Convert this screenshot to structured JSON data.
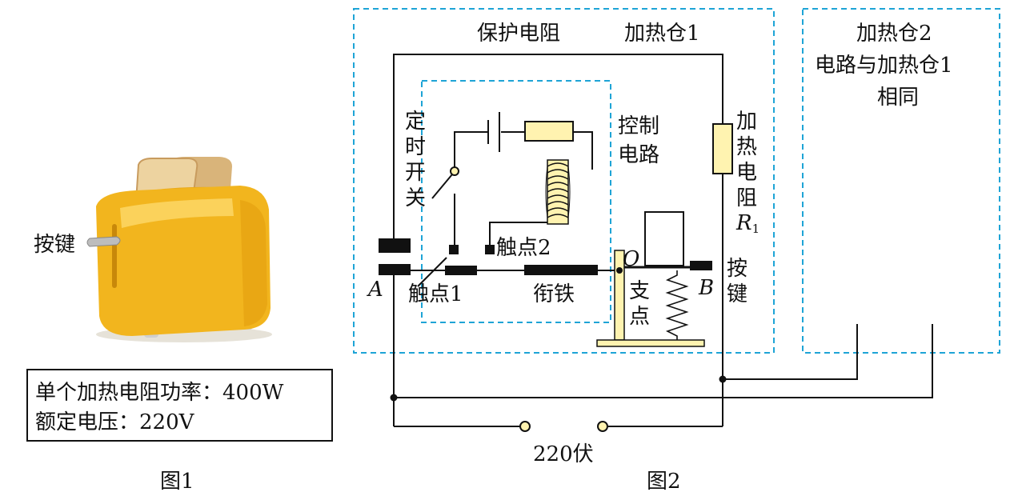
{
  "figure1": {
    "button_label": "按键",
    "spec_power": "单个加热电阻功率：400W",
    "spec_voltage": "额定电压：220V",
    "caption": "图1"
  },
  "figure2": {
    "label_protection_resistor": "保护电阻",
    "label_chamber1": "加热仓1",
    "label_chamber2_line1": "加热仓2",
    "label_chamber2_line2": "电路与加热仓1",
    "label_chamber2_line3": "相同",
    "label_timer_switch": [
      "定",
      "时",
      "开",
      "关"
    ],
    "label_control_circuit_line1": "控制",
    "label_control_circuit_line2": "电路",
    "label_heating_resistor": [
      "加",
      "热",
      "电",
      "阻"
    ],
    "label_R1_main": "R",
    "label_R1_sub": "1",
    "label_contact2": "触点2",
    "label_contact1": "触点1",
    "label_armature": "衔铁",
    "label_pivot_char1": "支",
    "label_pivot_char2": "点",
    "label_point_O": "O",
    "label_point_A": "A",
    "label_point_B": "B",
    "label_key_char1": "按",
    "label_key_char2": "键",
    "label_supply": "220伏",
    "caption": "图2"
  },
  "colors": {
    "toaster_body": "#F2B51E",
    "toaster_highlight": "#FCD96A",
    "bread": "#E9C98F",
    "dashed_border": "#1EA4D6",
    "resistor_fill": "#FFF3B0",
    "terminal_fill": "#FFF3B0",
    "wire": "#111111"
  }
}
